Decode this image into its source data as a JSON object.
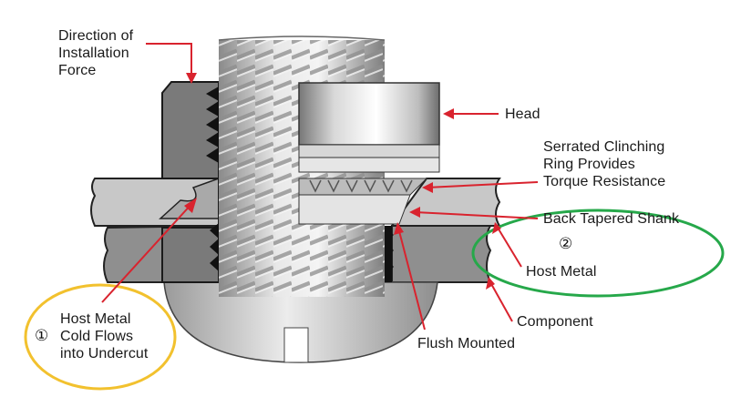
{
  "labels": {
    "direction": [
      "Direction of",
      "Installation",
      "Force"
    ],
    "head": "Head",
    "serrated": [
      "Serrated Clinching",
      "Ring Provides",
      "Torque Resistance"
    ],
    "back_tapered": "Back Tapered Shank",
    "host_metal": "Host Metal",
    "component": "Component",
    "flush_mounted": "Flush Mounted",
    "cold_flows": [
      "Host Metal",
      "Cold Flows",
      "into Undercut"
    ]
  },
  "markers": {
    "one": "①",
    "two": "②"
  },
  "colors": {
    "arrow": "#d9232e",
    "yellow_circle": "#f2c12e",
    "green_circle": "#26a84a"
  }
}
